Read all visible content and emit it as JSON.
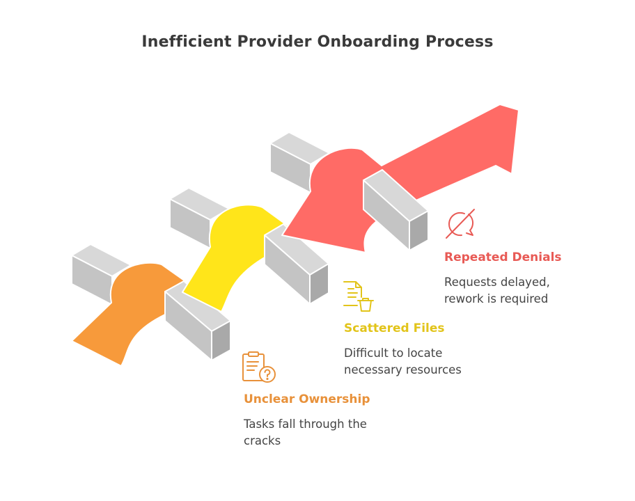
{
  "title": "Inefficient Provider Onboarding Process",
  "colors": {
    "orange": "#F79A3B",
    "yellow": "#FFE51A",
    "red": "#FF6B66",
    "gray_front": "#C3C3C3",
    "gray_top": "#D8D8D8",
    "gray_side": "#A9A9A9",
    "text": "#444444"
  },
  "items": [
    {
      "heading": "Unclear Ownership",
      "description": "Tasks fall through the\ncracks",
      "color": "#E8913A",
      "icon": "clipboard-question-icon"
    },
    {
      "heading": "Scattered Files",
      "description": "Difficult to locate\nnecessary resources",
      "color": "#E2C41A",
      "icon": "file-trash-icon"
    },
    {
      "heading": "Repeated Denials",
      "description": "Requests delayed,\nrework is required",
      "color": "#E85A55",
      "icon": "message-off-icon"
    }
  ]
}
